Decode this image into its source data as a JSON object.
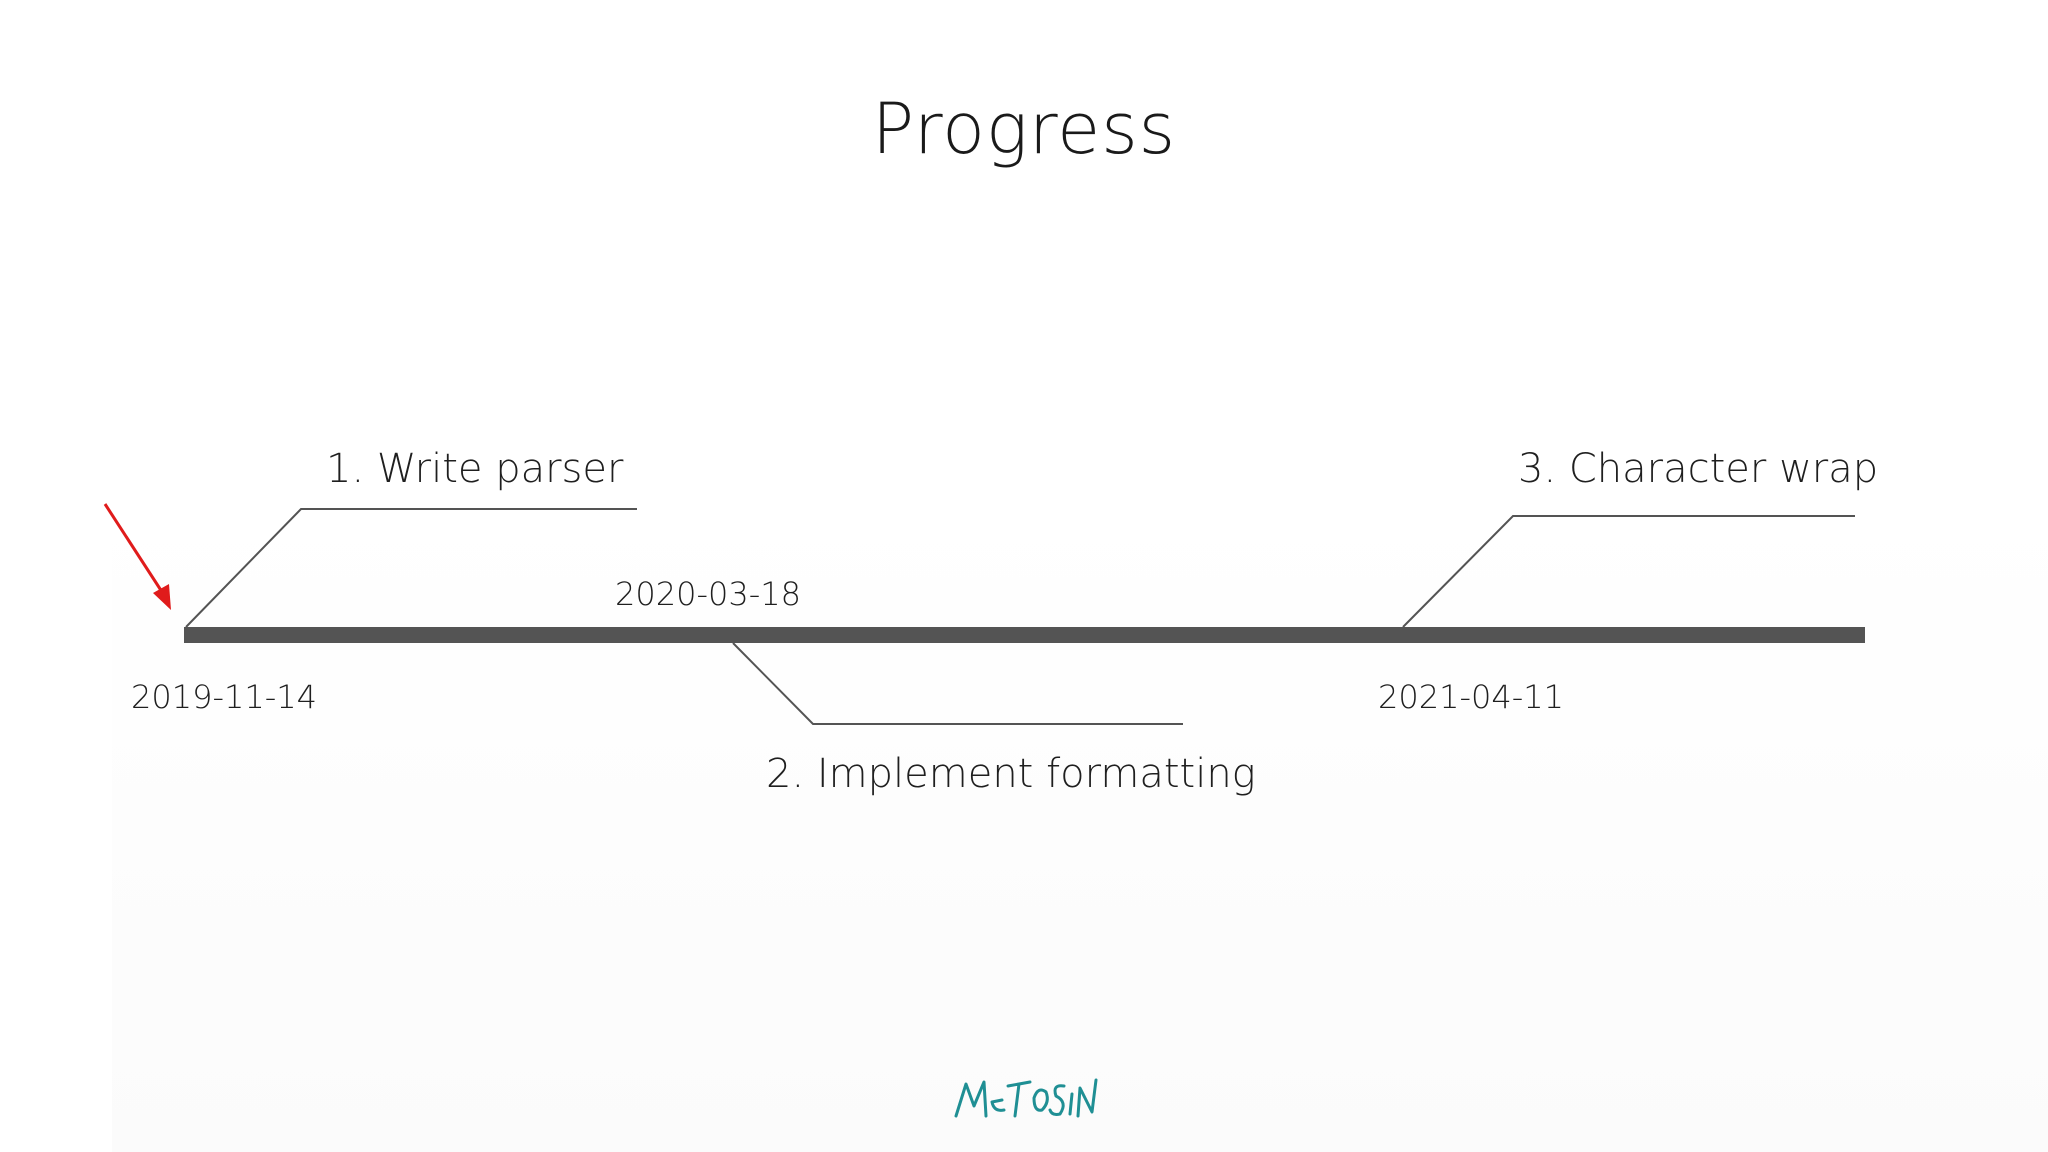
{
  "slide": {
    "title": "Progress",
    "accent_color": "#e01b1b",
    "line_color": "#545454",
    "logo_color": "#1f8f94",
    "logo_icon": "metosin-logo"
  },
  "milestones": [
    {
      "label": "1. Write parser",
      "date": "2019-11-14",
      "position": "above"
    },
    {
      "label": "2. Implement formatting",
      "date": "2020-03-18",
      "position": "below"
    },
    {
      "label": "3. Character wrap",
      "date": "2021-04-11",
      "position": "above"
    }
  ],
  "pointer": {
    "icon": "red-arrow-icon",
    "target": "2019-11-14"
  },
  "logo_text": "MeTOSiN"
}
